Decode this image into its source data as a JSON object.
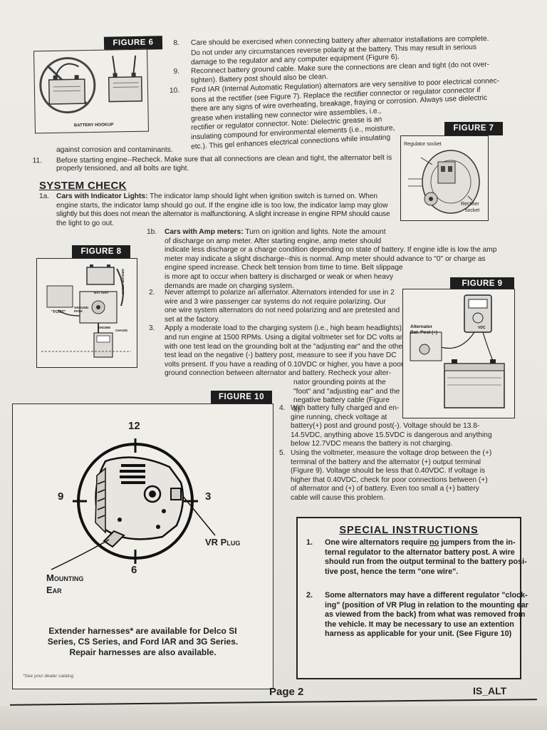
{
  "figures": {
    "fig6": {
      "label": "FIGURE 6",
      "caption": "BATTERY HOOKUP"
    },
    "fig7": {
      "label": "FIGURE 7",
      "regulator_socket": "Regulator socket",
      "rectifier_socket_1": "Rectifier",
      "rectifier_socket_2": "socket"
    },
    "fig8": {
      "label": "FIGURE 8",
      "battery": "BATTERY",
      "ground_strap": "GROUND STRAP",
      "foot": "\"FOOT\"",
      "ground_path": "GROUND PATH",
      "engine": "ENGINE",
      "chassis": "CHASIS"
    },
    "fig9": {
      "label": "FIGURE 9",
      "alt_post_1": "Alternator",
      "alt_post_2": "Bat. Post (+)",
      "meter_reading": "VDC"
    },
    "fig10": {
      "label": "FIGURE 10",
      "clock_12": "12",
      "clock_3": "3",
      "clock_6": "6",
      "clock_9": "9",
      "vr_plug": "VR Plug",
      "mounting": "Mounting",
      "ear": "Ear"
    }
  },
  "top_items": {
    "n8": "8.",
    "t8_1": "Care should be exercised when connecting battery after alternator installations are complete.",
    "t8_2": "Do not under any circumstances reverse polarity at the battery.  This may result in serious",
    "t8_3": "damage to the regulator and any computer equipment (Figure 6).",
    "n9": "9.",
    "t9_1": "Reconnect battery ground cable.  Make sure the connections are clean and tight (do not over-",
    "t9_2": "tighten).  Battery post should also be clean.",
    "n10": "10.",
    "t10_1": "Ford IAR (Internal Automatic Regulation) alternators are very sensitive to poor electrical connec-",
    "t10_2": "tions at the rectifier (see Figure 7).  Replace the rectifier connector or regulator connector if",
    "t10_3": "there are any signs of wire overheating, breakage, fraying or corrosion.  Always use dielectric",
    "t10_4": "grease when installing new connector wire assemblies, i.e.,",
    "t10_5": "rectifier or regulator connector.  Note:  Dielectric grease is an",
    "t10_6": "insulating compound for environmental elements (i.e., moisture,",
    "t10_7": "etc.).  This gel enhances electrical connections while insulating",
    "t10_8": "against corrosion and contaminants.",
    "n11": "11.",
    "t11_1": "Before starting engine--Recheck.  Make sure that all connections are clean and tight, the alternator belt is",
    "t11_2": "properly tensioned, and all bolts are tight."
  },
  "system_check": {
    "title": "SYSTEM CHECK",
    "n1a": "1a.",
    "t1a_head": "Cars with Indicator Lights:",
    "t1a_1": "The indicator lamp should light when ignition switch is turned on.  When",
    "t1a_2": "engine starts, the indicator lamp should go out.  If the engine idle is too low, the indicator lamp may glow",
    "t1a_3": "slightly but this does not mean the alternator is malfunctioning.  A slight increase in engine RPM should cause",
    "t1a_4": "the light to go out.",
    "n1b": "1b.",
    "t1b_head": "Cars with Amp meters:",
    "t1b_1": "Turn on ignition and lights.  Note the amount",
    "t1b_2": "of discharge on amp meter.  After starting engine, amp meter should",
    "t1b_3": "indicate less discharge or a charge condition depending on state of battery.  If engine idle is low the amp",
    "t1b_4": "meter may indicate a slight discharge--this is normal.  Amp meter should advance to \"0\" or charge as",
    "t1b_5": "engine speed increase.  Check belt tension from time to time.  Belt slippage",
    "t1b_6": "is more apt to occur when battery is discharged or weak or when heavy",
    "t1b_7": "demands are made on charging system.",
    "n2": "2.",
    "t2_1": "Never attempt to polarize an alternator.  Alternators intended for use in 2",
    "t2_2": "wire and 3 wire passenger car systems do not require polarizing.  Our",
    "t2_3": "one wire system alternators do not need polarizing and are pretested and",
    "t2_4": "set at the factory.",
    "n3": "3.",
    "t3_1": "Apply a moderate load to the charging system (i.e., high beam headlights)",
    "t3_2": "and run engine at 1500 RPMs.  Using a digital voltmeter set for DC volts and",
    "t3_3": "with one test lead on the grounding bolt at the \"adjusting ear\" and the other",
    "t3_4": "test lead on the negative (-) battery post, measure to see if you have DC",
    "t3_5": "volts present.  If you have a reading of 0.10VDC or higher, you have a poor",
    "t3_6": "ground connection between alternator and battery.  Recheck your alter-",
    "t3_7": "nator grounding points at the",
    "t3_8": "\"foot\" and \"adjusting ear\" and the",
    "t3_9": "negative battery cable (Figure",
    "t3_10": "8).",
    "n4": "4.",
    "t4_1": "With battery fully charged and en-",
    "t4_2": "gine running, check voltage at",
    "t4_3": "battery(+) post and ground post(-).  Voltage should be 13.8-",
    "t4_4": "14.5VDC, anything above 15.5VDC is dangerous and anything",
    "t4_5": "below 12.7VDC means the battery is not charging.",
    "n5": "5.",
    "t5_1": "Using the voltmeter, measure the voltage drop between the (+)",
    "t5_2": "terminal of the battery and the alternator (+) output terminal",
    "t5_3": "(Figure 9).  Voltage should be less that 0.40VDC.  If voltage is",
    "t5_4": "higher that 0.40VDC, check for poor connections between (+)",
    "t5_5": "of alternator and (+) of battery.  Even too small a (+) battery",
    "t5_6": "cable will cause this problem."
  },
  "extender": {
    "line1": "Extender harnesses* are available for Delco SI",
    "line2": "Series, CS Series, and Ford IAR and 3G Series.",
    "line3": "Repair harnesses are also available.",
    "footnote": "*See your dealer catalog"
  },
  "special": {
    "title": "SPECIAL INSTRUCTIONS",
    "n1": "1.",
    "s1_1a": "One wire alternators require ",
    "s1_1b": "no",
    "s1_1c": " jumpers from the in-",
    "s1_2": "ternal regulator to the alternator battery post.  A wire",
    "s1_3": "should run from the output terminal to the battery posi-",
    "s1_4": "tive post, hence the term \"one wire\".",
    "n2": "2.",
    "s2_1": "Some alternators may have a different regulator \"clock-",
    "s2_2": "ing\" (position of VR Plug in relation to the mounting ear",
    "s2_3": "as viewed from the back) from what was removed from",
    "s2_4": "the vehicle.  It may be necessary to use an extention",
    "s2_5": "harness as applicable for your unit.  (See Figure 10)"
  },
  "footer": {
    "page": "Page 2",
    "code": "IS_ALT"
  }
}
